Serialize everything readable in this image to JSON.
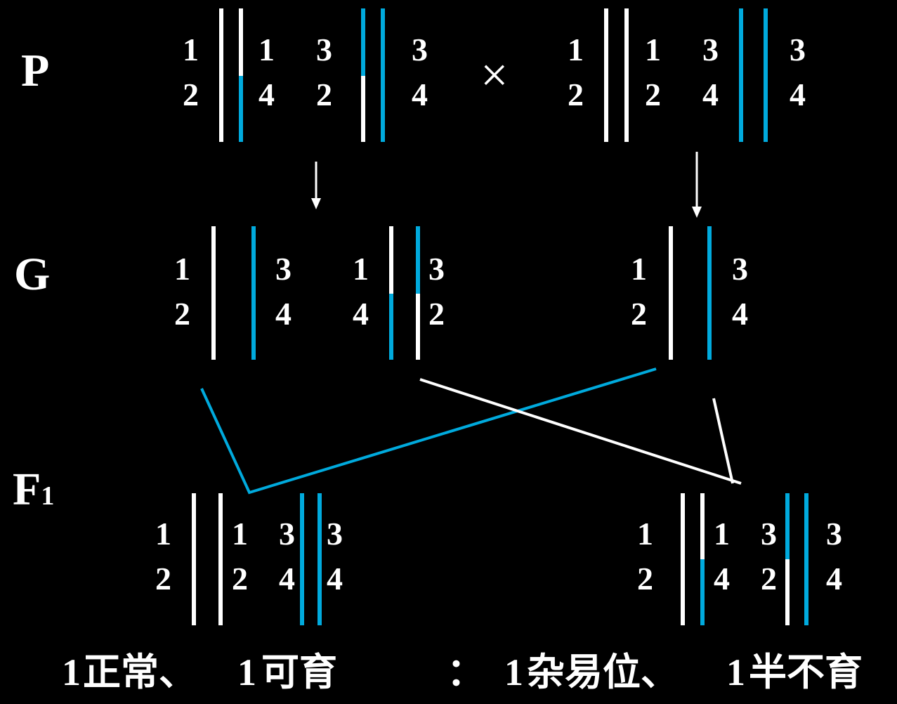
{
  "colors": {
    "background": "#000000",
    "normal_chromosome": "#ffffff",
    "translocated_chromosome": "#00aadd"
  },
  "row_labels": {
    "parent": "P",
    "gamete": "G",
    "f1_letter": "F",
    "f1_sub": "1"
  },
  "cross_symbol": "×",
  "parents": {
    "left": {
      "chr_pairs": [
        {
          "top": "1",
          "bottom": "2"
        },
        {
          "top": "1",
          "bottom": "4"
        },
        {
          "top": "3",
          "bottom": "2"
        },
        {
          "top": "3",
          "bottom": "4"
        }
      ]
    },
    "right": {
      "chr_pairs": [
        {
          "top": "1",
          "bottom": "2"
        },
        {
          "top": "1",
          "bottom": "2"
        },
        {
          "top": "3",
          "bottom": "4"
        },
        {
          "top": "3",
          "bottom": "4"
        }
      ]
    }
  },
  "gametes": {
    "a": [
      {
        "top": "1",
        "bottom": "2"
      },
      {
        "top": "3",
        "bottom": "4"
      }
    ],
    "b": [
      {
        "top": "1",
        "bottom": "4"
      },
      {
        "top": "3",
        "bottom": "2"
      }
    ],
    "c": [
      {
        "top": "1",
        "bottom": "2"
      },
      {
        "top": "3",
        "bottom": "4"
      }
    ]
  },
  "offspring": {
    "left": {
      "chr_pairs": [
        {
          "top": "1",
          "bottom": "2"
        },
        {
          "top": "1",
          "bottom": "2"
        },
        {
          "top": "3",
          "bottom": "4"
        },
        {
          "top": "3",
          "bottom": "4"
        }
      ]
    },
    "right": {
      "chr_pairs": [
        {
          "top": "1",
          "bottom": "2"
        },
        {
          "top": "1",
          "bottom": "4"
        },
        {
          "top": "3",
          "bottom": "2"
        },
        {
          "top": "3",
          "bottom": "4"
        }
      ]
    }
  },
  "result": {
    "left_count": "1",
    "left_label": "正常、",
    "left2_count": "1",
    "left2_label": "可育",
    "colon": "：",
    "right_count": "1",
    "right_label": "杂易位、",
    "right2_count": "1",
    "right2_label": "半不育"
  }
}
